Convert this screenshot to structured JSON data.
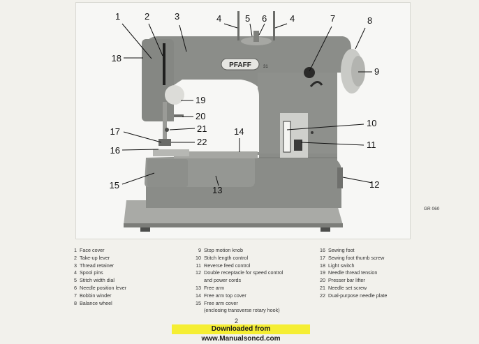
{
  "figure_code": "GR 060",
  "brand_badge": "PFAFF",
  "model_badge": "31",
  "page_number": "2",
  "download_banner": "Downloaded from www.Manualsoncd.com",
  "callouts": [
    "1",
    "2",
    "3",
    "4",
    "5",
    "6",
    "4",
    "7",
    "8",
    "18",
    "9",
    "19",
    "20",
    "17",
    "21",
    "22",
    "16",
    "14",
    "10",
    "11",
    "15",
    "13",
    "12"
  ],
  "legend": {
    "col1": [
      {
        "num": "1",
        "text": "Face cover"
      },
      {
        "num": "2",
        "text": "Take-up lever"
      },
      {
        "num": "3",
        "text": "Thread retainer"
      },
      {
        "num": "4",
        "text": "Spool pins"
      },
      {
        "num": "5",
        "text": "Stitch width dial"
      },
      {
        "num": "6",
        "text": "Needle position lever"
      },
      {
        "num": "7",
        "text": "Bobbin winder"
      },
      {
        "num": "8",
        "text": "Balance wheel"
      }
    ],
    "col2": [
      {
        "num": "9",
        "text": "Stop motion knob"
      },
      {
        "num": "10",
        "text": "Stitch length control"
      },
      {
        "num": "11",
        "text": "Reverse feed control"
      },
      {
        "num": "12",
        "text": "Double receptacle for speed control\nand power cords"
      },
      {
        "num": "13",
        "text": "Free arm"
      },
      {
        "num": "14",
        "text": "Free arm top cover"
      },
      {
        "num": "15",
        "text": "Free arm cover\n(enclosing transverse rotary hook)"
      }
    ],
    "col3": [
      {
        "num": "16",
        "text": "Sewing foot"
      },
      {
        "num": "17",
        "text": "Sewing foot thumb screw"
      },
      {
        "num": "18",
        "text": "Light switch"
      },
      {
        "num": "19",
        "text": "Needle thread tension"
      },
      {
        "num": "20",
        "text": "Presser bar lifter"
      },
      {
        "num": "21",
        "text": "Needle set screw"
      },
      {
        "num": "22",
        "text": "Dual-purpose needle plate"
      }
    ]
  }
}
